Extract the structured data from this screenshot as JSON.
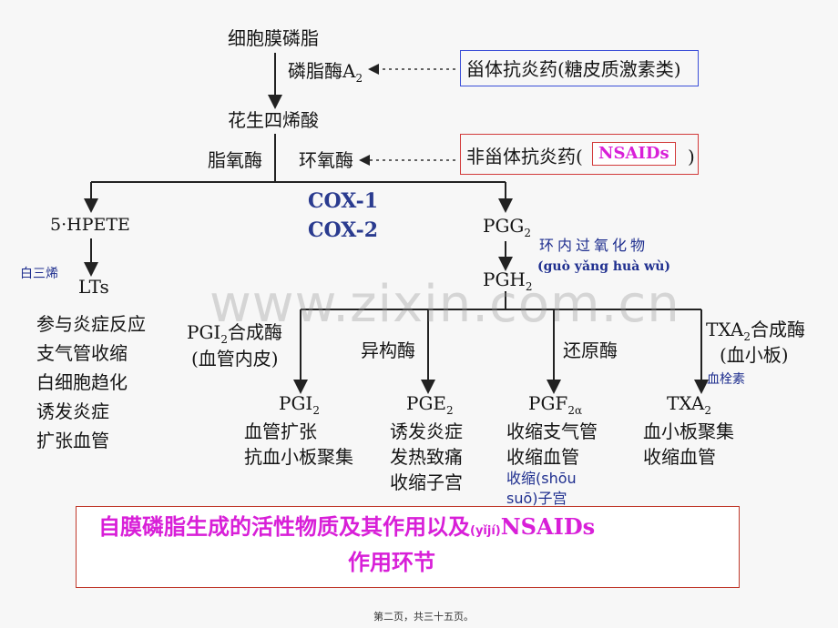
{
  "diagram": {
    "phospholipid": "细胞膜磷脂",
    "phospholipase": "磷脂酶A",
    "phospholipase_sub": "2",
    "steroid_drugs": "甾体抗炎药(糖皮质激素类)",
    "arachidonic": "花生四烯酸",
    "lipoxygenase": "脂氧酶",
    "cyclooxygenase": "环氧酶",
    "nonsteroid_prefix": "非甾体抗炎药(",
    "nsaids_badge": "NSAIDs",
    "nonsteroid_suffix": ")",
    "cox1": "COX-1",
    "cox2": "COX-2",
    "hpete": "5·HPETE",
    "pgg2": "PGG",
    "pgg2_sub": "2",
    "pgh2": "PGH",
    "pgh2_sub": "2",
    "endoperoxide": "环内过氧化物",
    "endoperoxide_pinyin": "(guò yǎng huà wù)",
    "leukotriene_note": "白三烯",
    "lts": "LTs",
    "lts_effects": [
      "参与炎症反应",
      "支气管收缩",
      "白细胞趋化",
      "诱发炎症",
      "扩张血管"
    ],
    "pgi_synthase": "PGI",
    "pgi_synthase_sub": "2",
    "pgi_synthase_suffix": "合成酶",
    "pgi_synthase_note": "(血管内皮)",
    "isomerase": "异构酶",
    "reductase": "还原酶",
    "txa_synthase": "TXA",
    "txa_synthase_sub": "2",
    "txa_synthase_suffix": "合成酶",
    "txa_synthase_note": "(血小板)",
    "thrombin_note": "血栓素",
    "pgi2": "PGI",
    "pgi2_sub": "2",
    "pgi2_effects": [
      "血管扩张",
      "抗血小板聚集"
    ],
    "pge2": "PGE",
    "pge2_sub": "2",
    "pge2_effects": [
      "诱发炎症",
      "发热致痛",
      "收缩子宫"
    ],
    "pgf2a": "PGF",
    "pgf2a_sub": "2α",
    "pgf2a_effects": [
      "收缩支气管",
      "收缩血管"
    ],
    "contraction_note_1": "收缩(shōu",
    "contraction_note_2": "suō)子宫",
    "txa2": "TXA",
    "txa2_sub": "2",
    "txa2_effects": [
      "血小板聚集",
      "收缩血管"
    ]
  },
  "caption": {
    "line1_main": "自膜磷脂生成的活性物质及其作用以及",
    "line1_pinyin": "(yǐjí)",
    "line1_end": "NSAIDs",
    "line2": "作用环节"
  },
  "watermark": "www.zixin.com.cn",
  "footer": "第二页，共三十五页。",
  "colors": {
    "blue_box": "#3b4fd8",
    "red_box": "#d23a3a",
    "magenta": "#d81fd8",
    "note_blue": "#1f2f8f"
  }
}
